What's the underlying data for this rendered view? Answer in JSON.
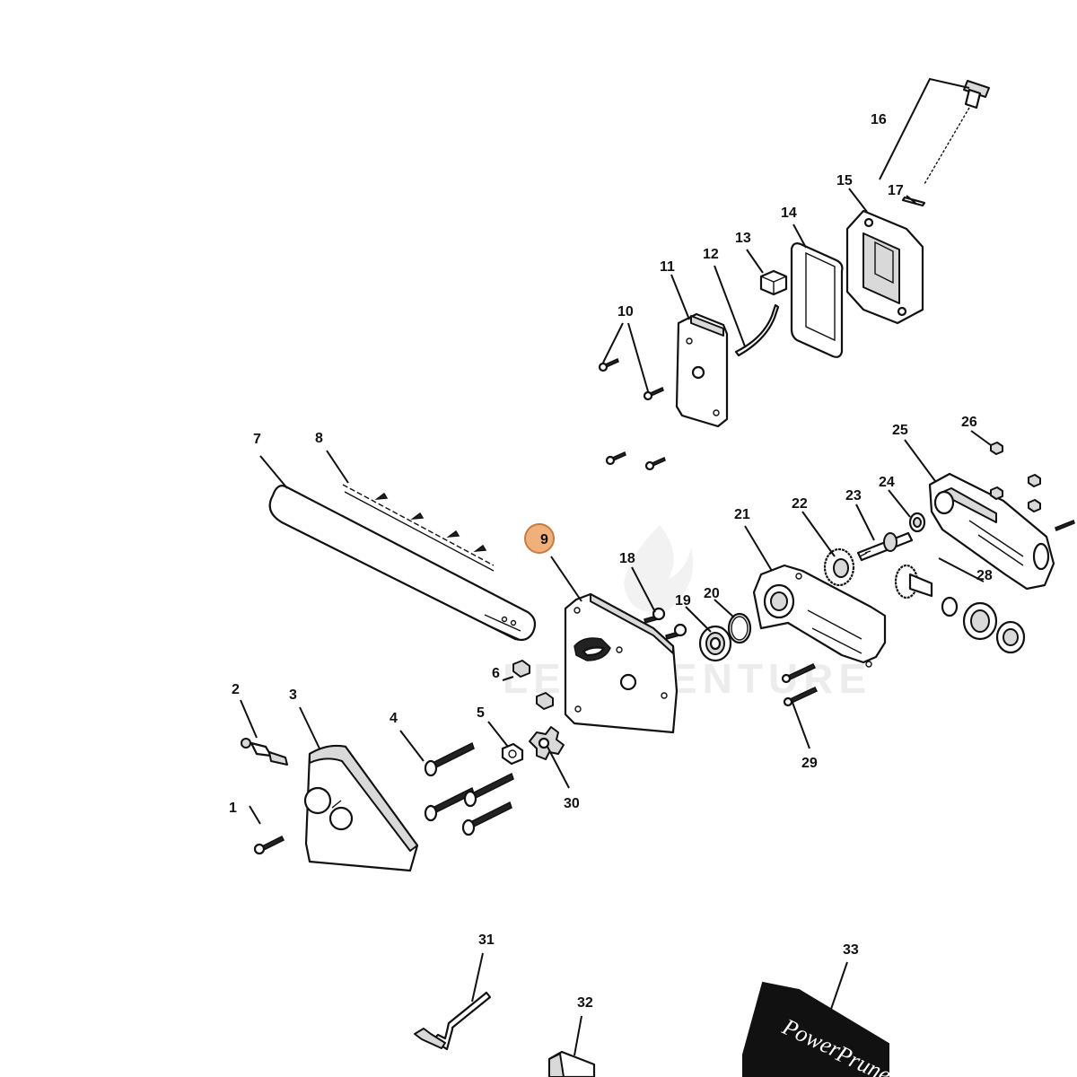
{
  "diagram": {
    "highlighted_part": "9",
    "watermark": "LEADVENTURE",
    "brand_text_1": "Power",
    "brand_text_2": "Prune",
    "labels": [
      {
        "id": "1",
        "text": "1"
      },
      {
        "id": "2",
        "text": "2"
      },
      {
        "id": "3",
        "text": "3"
      },
      {
        "id": "4",
        "text": "4"
      },
      {
        "id": "5",
        "text": "5"
      },
      {
        "id": "6",
        "text": "6"
      },
      {
        "id": "7",
        "text": "7"
      },
      {
        "id": "8",
        "text": "8"
      },
      {
        "id": "9",
        "text": "9"
      },
      {
        "id": "10",
        "text": "10"
      },
      {
        "id": "11",
        "text": "11"
      },
      {
        "id": "12",
        "text": "12"
      },
      {
        "id": "13",
        "text": "13"
      },
      {
        "id": "14",
        "text": "14"
      },
      {
        "id": "15",
        "text": "15"
      },
      {
        "id": "16",
        "text": "16"
      },
      {
        "id": "17",
        "text": "17"
      },
      {
        "id": "18",
        "text": "18"
      },
      {
        "id": "19",
        "text": "19"
      },
      {
        "id": "20",
        "text": "20"
      },
      {
        "id": "21",
        "text": "21"
      },
      {
        "id": "22",
        "text": "22"
      },
      {
        "id": "23",
        "text": "23"
      },
      {
        "id": "24",
        "text": "24"
      },
      {
        "id": "25",
        "text": "25"
      },
      {
        "id": "26",
        "text": "26"
      },
      {
        "id": "28",
        "text": "28"
      },
      {
        "id": "29",
        "text": "29"
      },
      {
        "id": "30",
        "text": "30"
      },
      {
        "id": "31",
        "text": "31"
      },
      {
        "id": "32",
        "text": "32"
      },
      {
        "id": "33",
        "text": "33"
      }
    ]
  }
}
